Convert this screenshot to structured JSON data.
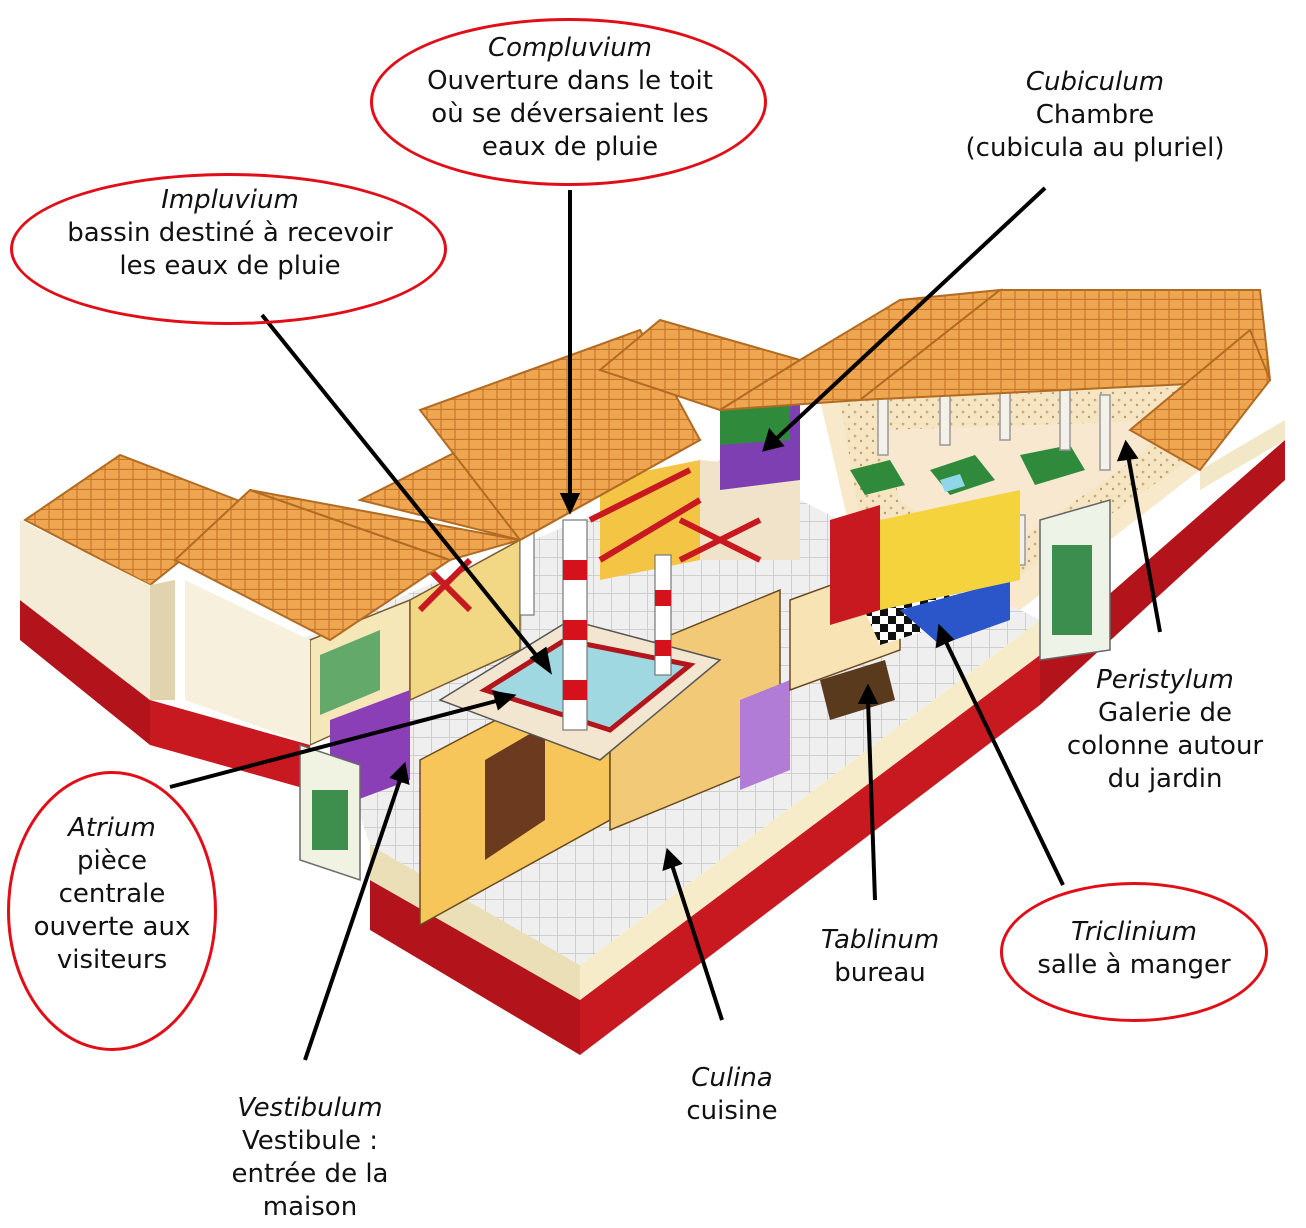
{
  "labels": {
    "compluvium": {
      "term": "Compluvium",
      "line1": "Ouverture dans le toit",
      "line2": "où se déversaient les",
      "line3": "eaux de pluie"
    },
    "impluvium": {
      "term": "Impluvium",
      "line1": "bassin destiné à recevoir",
      "line2": "les eaux de pluie"
    },
    "cubiculum": {
      "term": "Cubiculum",
      "line1": "Chambre",
      "line2": "(cubicula au pluriel)"
    },
    "peristylum": {
      "term": "Peristylum",
      "line1": "Galerie de",
      "line2": "colonne autour",
      "line3": "du jardin"
    },
    "atrium": {
      "term": "Atrium",
      "line1": "pièce",
      "line2": "centrale",
      "line3": "ouverte aux",
      "line4": "visiteurs"
    },
    "tablinum": {
      "term": "Tablinum",
      "line1": "bureau"
    },
    "triclinium": {
      "term": "Triclinium",
      "line1": "salle à manger"
    },
    "culina": {
      "term": "Culina",
      "line1": "cuisine"
    },
    "vestibulum": {
      "term": "Vestibulum",
      "line1": "Vestibule :",
      "line2": "entrée de la",
      "line3": "maison"
    }
  },
  "colors": {
    "highlight_ring": "#e10d17",
    "roof": "#e39a3e",
    "base_wall": "#b3141c",
    "pool": "#9fd8e0"
  }
}
